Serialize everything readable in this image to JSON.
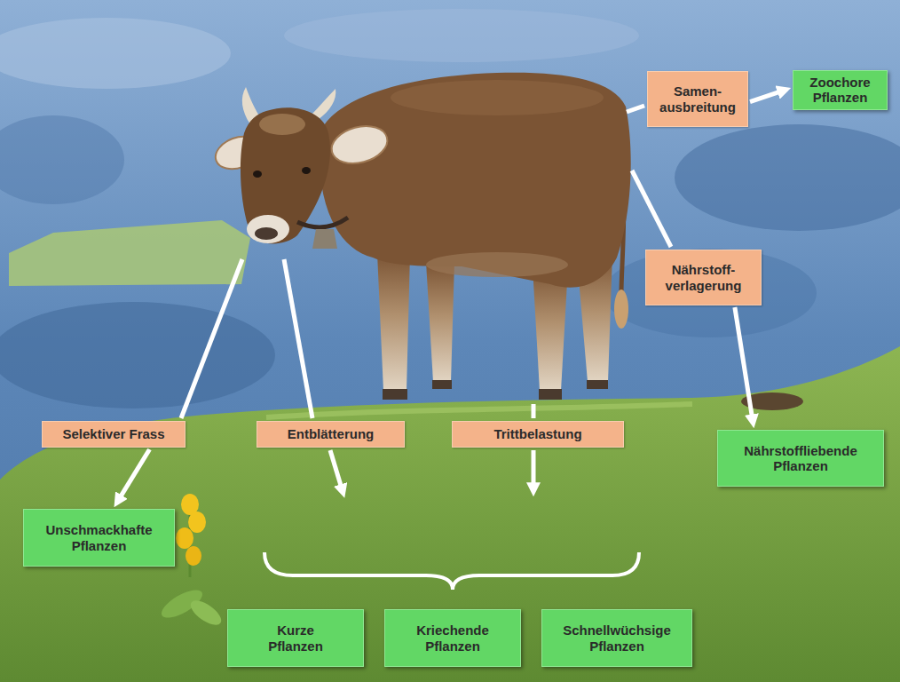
{
  "diagram": {
    "nodes": [
      {
        "text": [
          "Samen- ausbreitung"
        ]
      },
      {
        "text": [
          "Zoochore Pflanzen"
        ]
      },
      {
        "text": [
          "Nährstoff- verlagerung"
        ]
      },
      {
        "text": [
          "Nährstoffliebende Pflanzen"
        ]
      },
      {
        "text": [
          "Selektiver Frass"
        ]
      },
      {
        "text": [
          "Entblätterung"
        ]
      },
      {
        "text": [
          "Trittbelastung"
        ]
      },
      {
        "text": [
          "Unschmackhafte Pflanzen"
        ]
      },
      {
        "text": [
          "Kurze Pflanzen"
        ]
      },
      {
        "text": [
          "Kriechende Pflanzen"
        ]
      },
      {
        "text": [
          "Schnellwüchsige Pflanzen"
        ]
      }
    ],
    "edges": [
      {
        "from": 0,
        "to": 1,
        "arrow": "to"
      },
      {
        "from": 2,
        "to": 3,
        "arrow": "to"
      },
      {
        "from": 4,
        "to": 7,
        "arrow": "to"
      }
    ]
  }
}
